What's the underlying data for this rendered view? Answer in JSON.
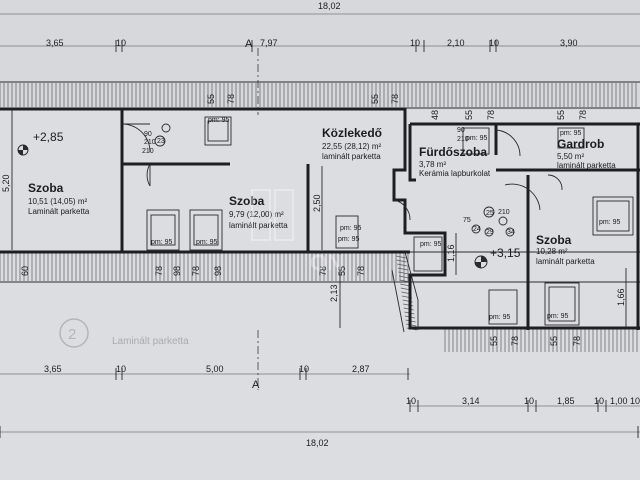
{
  "top_dims": {
    "total": "18,02",
    "segments": [
      "3,65",
      "10",
      "7,97",
      "10",
      "2,10",
      "10",
      "3,90"
    ],
    "section_a": "A"
  },
  "bottom_dims": {
    "total": "18,02",
    "row1": [
      "3,65",
      "10",
      "5,00",
      "10",
      "2,87"
    ],
    "section_a": "A",
    "row2": [
      "10",
      "3,14",
      "10",
      "1,85",
      "10",
      "1,00",
      "10"
    ]
  },
  "rooms": [
    {
      "name": "Szoba",
      "area": "10,51 (14,05) m²",
      "floor": "Laminált parketta"
    },
    {
      "name": "Szoba",
      "area": "9,79 (12,00) m²",
      "floor": "laminált parketta"
    },
    {
      "name": "Közlekedő",
      "area": "22,55 (28,12) m²",
      "floor": "laminált parketta"
    },
    {
      "name": "Fürdőszoba",
      "area": "3,78 m²",
      "floor": "Kerámia lapburkolat"
    },
    {
      "name": "Gardrob",
      "area": "5,50 m²",
      "floor": "laminált parketta"
    },
    {
      "name": "Szoba",
      "area": "10,28 m²",
      "floor": "laminált parketta"
    }
  ],
  "levels": [
    "+2,85",
    "+3,15"
  ],
  "windows": [
    "pm: 95",
    "pm: 95",
    "pm: 95",
    "pm: 95",
    "pm: 95",
    "pm: 95",
    "pm: 95",
    "pm: 95",
    "pm: 95",
    "pm: 95",
    "pm: 95"
  ],
  "wall_dims": {
    "top": [
      "55",
      "78",
      "55",
      "78",
      "48",
      "55",
      "78",
      "55",
      "78"
    ],
    "bottom": [
      "60",
      "78",
      "98",
      "78",
      "98",
      "78",
      "55",
      "78",
      "55",
      "78",
      "55",
      "78"
    ],
    "vertical": [
      "5,20",
      "2,50",
      "2,13",
      "1,16",
      "1,66"
    ]
  },
  "small_labels": [
    "90",
    "210",
    "210",
    "23",
    "90",
    "210",
    "25",
    "210",
    "24",
    "29",
    "34",
    "75"
  ],
  "watermark": "ON",
  "corner_label": "2",
  "legend_lines": [
    "Laminált parketta"
  ]
}
